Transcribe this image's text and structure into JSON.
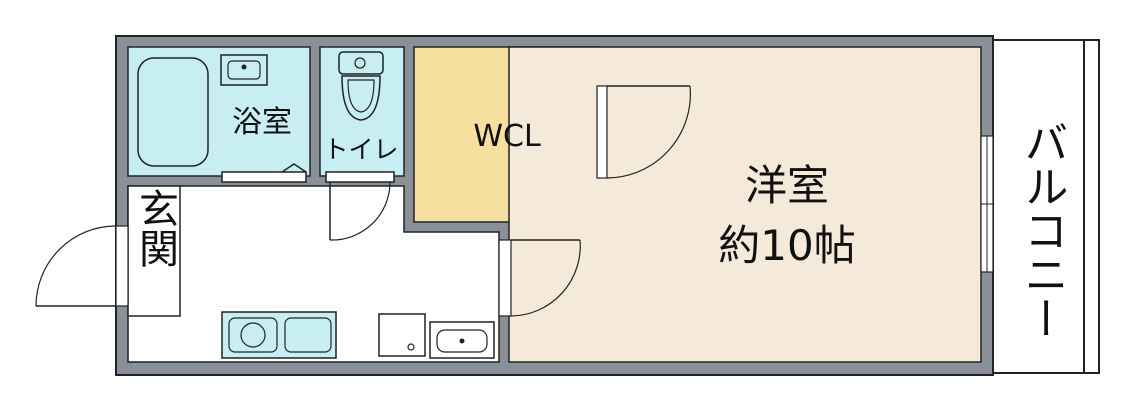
{
  "rooms": {
    "bath": "浴室",
    "toilet": "トイレ",
    "wcl": "WCL",
    "western_room": "洋室",
    "western_room_size": "約10帖",
    "entrance": "玄関",
    "balcony": "バルコニー"
  },
  "colors": {
    "wall": "#8a9097",
    "wet_area": "#c7eef2",
    "closet": "#f7dfa0",
    "western_room": "#f5e9d9",
    "hallway": "#ffffff",
    "line": "#222222"
  }
}
